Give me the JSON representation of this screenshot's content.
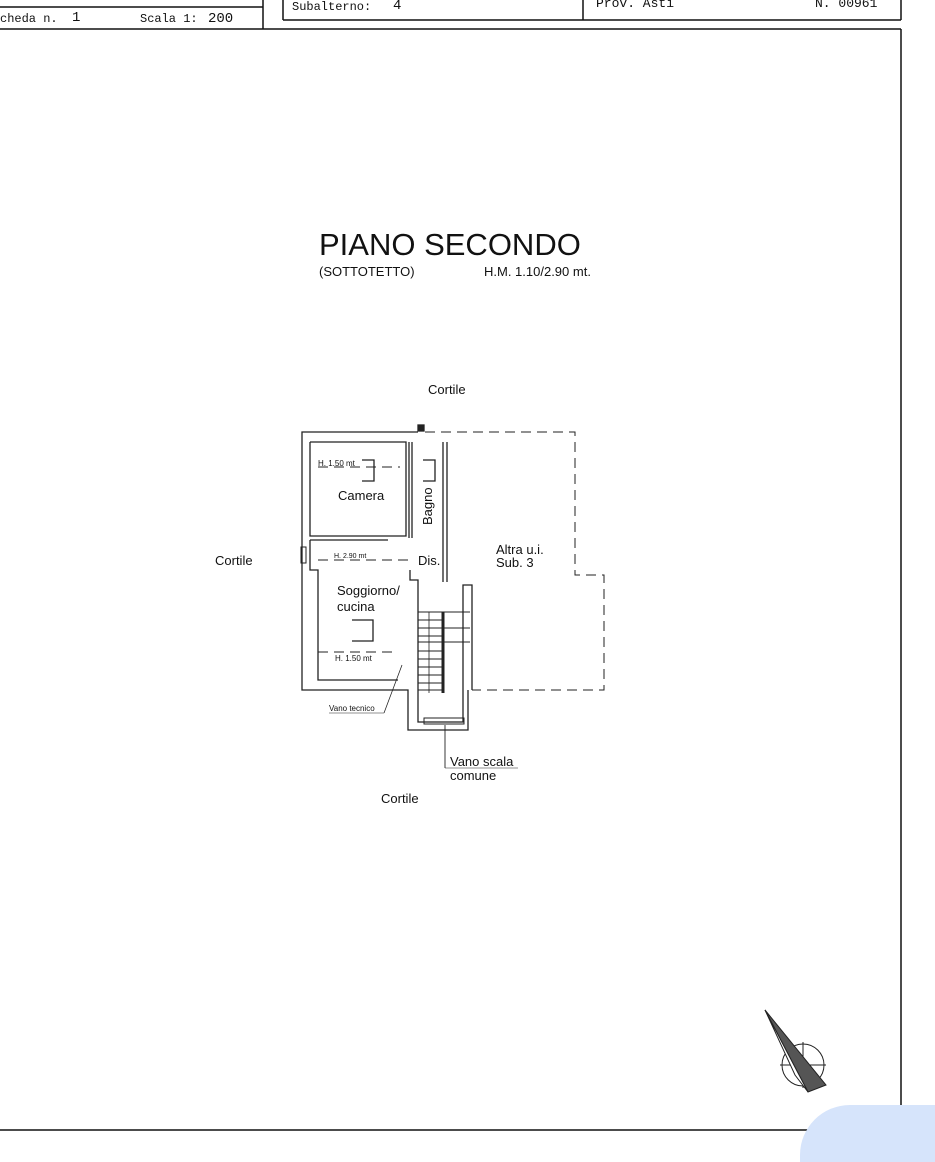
{
  "header": {
    "scheda_label": "cheda n.",
    "scheda_value": "1",
    "scala_label": "Scala 1:",
    "scala_value": "200",
    "subalterno_label": "Subalterno:",
    "subalterno_value": "4",
    "provincia": "Prov. Asti",
    "numero": "N. 00961"
  },
  "plan": {
    "title": "PIANO SECONDO",
    "subtitle": "(SOTTOTETTO)",
    "height_note": "H.M. 1.10/2.90 mt.",
    "cortile_top": "Cortile",
    "cortile_left": "Cortile",
    "cortile_bottom": "Cortile",
    "rooms": {
      "camera": "Camera",
      "bagno": "Bagno",
      "dis": "Dis.",
      "soggiorno_1": "Soggiorno/",
      "soggiorno_2": "cucina",
      "altra_1": "Altra u.i.",
      "altra_2": "Sub. 3"
    },
    "heights": {
      "h1": "H. 1.50 mt",
      "h2": "H. 2.90 mt",
      "h3": "H. 1.50 mt"
    },
    "vano_tecnico": "Vano tecnico",
    "vano_scala_1": "Vano scala",
    "vano_scala_2": "comune"
  }
}
